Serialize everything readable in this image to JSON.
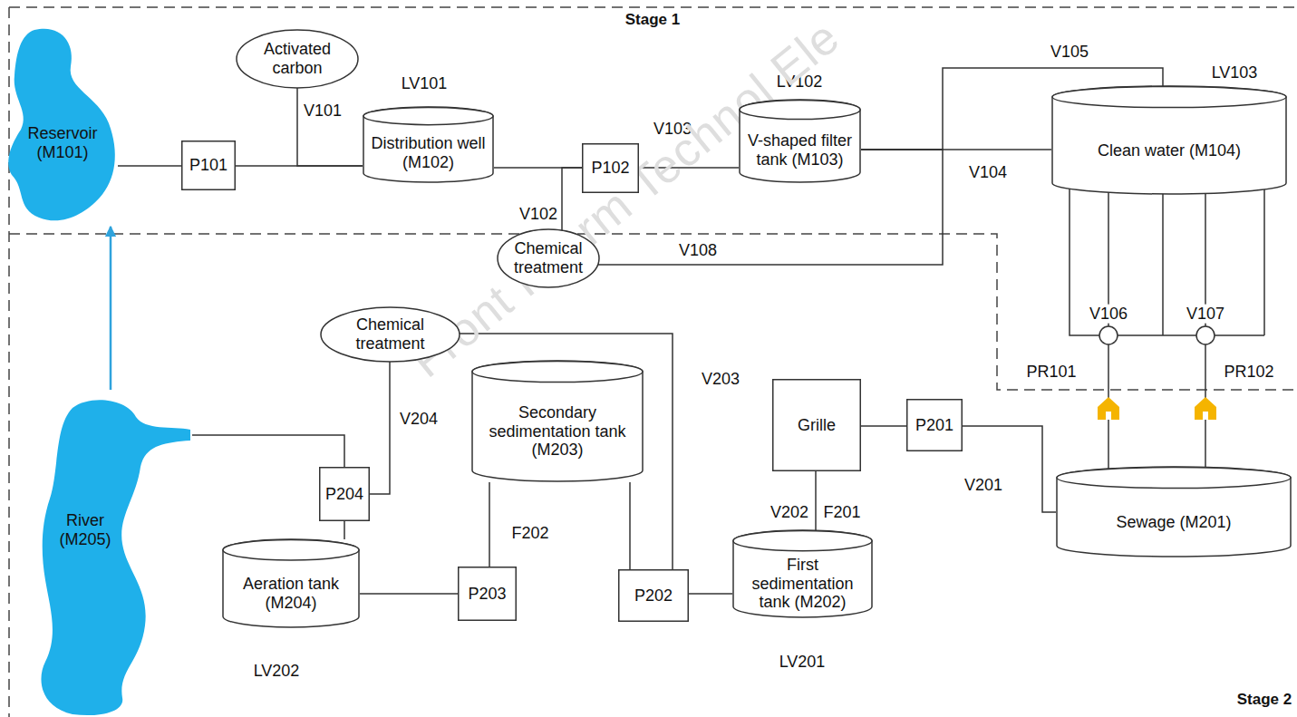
{
  "diagram": {
    "nodes": [
      {
        "text": [
          "Reservoir (M101)"
        ]
      },
      {
        "text": [
          "P101"
        ]
      },
      {
        "text": [
          "Activated carbon"
        ]
      },
      {
        "text": [
          "Distribution well (M102)"
        ]
      },
      {
        "text": [
          "P102"
        ]
      },
      {
        "text": [
          "V-shaped filter tank (M103)"
        ]
      },
      {
        "text": [
          "Chemical treatment"
        ]
      },
      {
        "text": [
          "Clean water (M104)"
        ]
      },
      {
        "text": [
          "River (M205)"
        ]
      },
      {
        "text": [
          "P204"
        ]
      },
      {
        "text": [
          "Chemical treatment"
        ]
      },
      {
        "text": [
          "Secondary sedimentation tank (M203)"
        ]
      },
      {
        "text": [
          "Grille"
        ]
      },
      {
        "text": [
          "P201"
        ]
      },
      {
        "text": [
          "Aeration tank (M204)"
        ]
      },
      {
        "text": [
          "P203"
        ]
      },
      {
        "text": [
          "P202"
        ]
      },
      {
        "text": [
          "First sedimentation tank (M202)"
        ]
      },
      {
        "text": [
          "Sewage (M201)"
        ]
      }
    ],
    "edges": [
      {
        "from": 0,
        "to": 1,
        "arrow": "none"
      },
      {
        "from": 1,
        "to": 3,
        "arrow": "none"
      },
      {
        "from": 2,
        "to": 3,
        "arrow": "none"
      },
      {
        "from": 3,
        "to": 4,
        "arrow": "none"
      },
      {
        "from": 6,
        "to": 4,
        "arrow": "none"
      },
      {
        "from": 4,
        "to": 5,
        "arrow": "none"
      },
      {
        "from": 5,
        "to": 7,
        "arrow": "none"
      },
      {
        "from": 5,
        "to": 7,
        "arrow": "none"
      },
      {
        "from": 5,
        "to": 6,
        "arrow": "none"
      },
      {
        "from": 8,
        "to": 0,
        "arrow": "to"
      },
      {
        "from": 8,
        "to": 9,
        "arrow": "none"
      },
      {
        "from": 10,
        "to": 9,
        "arrow": "none"
      },
      {
        "from": 9,
        "to": 14,
        "arrow": "none"
      },
      {
        "from": 14,
        "to": 15,
        "arrow": "none"
      },
      {
        "from": 11,
        "to": 15,
        "arrow": "none"
      },
      {
        "from": 11,
        "to": 16,
        "arrow": "none"
      },
      {
        "from": 10,
        "to": 16,
        "arrow": "none"
      },
      {
        "from": 16,
        "to": 17,
        "arrow": "none"
      },
      {
        "from": 12,
        "to": 17,
        "arrow": "none"
      },
      {
        "from": 13,
        "to": 12,
        "arrow": "none"
      },
      {
        "from": 18,
        "to": 13,
        "arrow": "none"
      }
    ],
    "labels": [
      "Stage 1",
      "V101",
      "LV101",
      "V103",
      "LV102",
      "V105",
      "LV103",
      "V102",
      "V104",
      "V108",
      "V106",
      "V107",
      "PR101",
      "PR102",
      "V203",
      "V204",
      "F202",
      "V201",
      "V202",
      "F201",
      "LV202",
      "LV201",
      "Stage 2",
      "Front Inform Technol Ele"
    ]
  }
}
